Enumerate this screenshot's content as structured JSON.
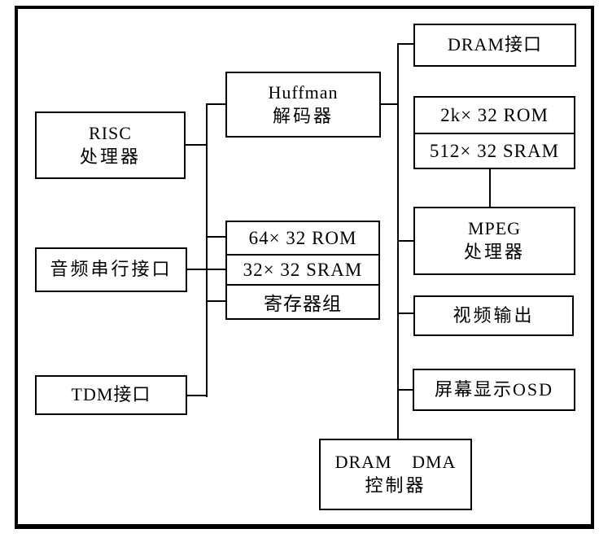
{
  "diagram": {
    "description": "Decoder chip architecture block diagram",
    "colors": {
      "ink": "#000000",
      "background": "#ffffff"
    },
    "blocks": {
      "risc": {
        "line1": "RISC",
        "line2": "处理器"
      },
      "audio_serial": {
        "label": "音频串行接口"
      },
      "tdm": {
        "label": "TDM接口"
      },
      "huffman": {
        "line1": "Huffman",
        "line2": "解码器"
      },
      "local_mem": {
        "rows": [
          "64× 32 ROM",
          "32× 32 SRAM",
          "寄存器组"
        ]
      },
      "dram_if": {
        "label": "DRAM接口"
      },
      "mpeg_mem": {
        "rows": [
          "2k× 32 ROM",
          "512× 32 SRAM"
        ]
      },
      "mpeg": {
        "line1": "MPEG",
        "line2": "处理器"
      },
      "video_out": {
        "label": "视频输出"
      },
      "osd": {
        "label": "屏幕显示OSD"
      },
      "dram_dma": {
        "line1": "DRAM DMA",
        "line2": "控制器"
      }
    },
    "connections": [
      "RISC处理器 - 左总线",
      "音频串行接口 - 左总线",
      "TDM接口 - 左总线",
      "左总线 - Huffman解码器",
      "左总线 - 64×32 ROM",
      "左总线 - 32×32 SRAM",
      "左总线 - 寄存器组",
      "Huffman解码器 - 右总线",
      "右总线 - DRAM接口",
      "右总线 - MPEG处理器",
      "右总线 - 视频输出",
      "右总线 - 屏幕显示OSD",
      "右总线 - DRAM DMA控制器",
      "2k×32 ROM/512×32 SRAM - MPEG处理器"
    ]
  }
}
